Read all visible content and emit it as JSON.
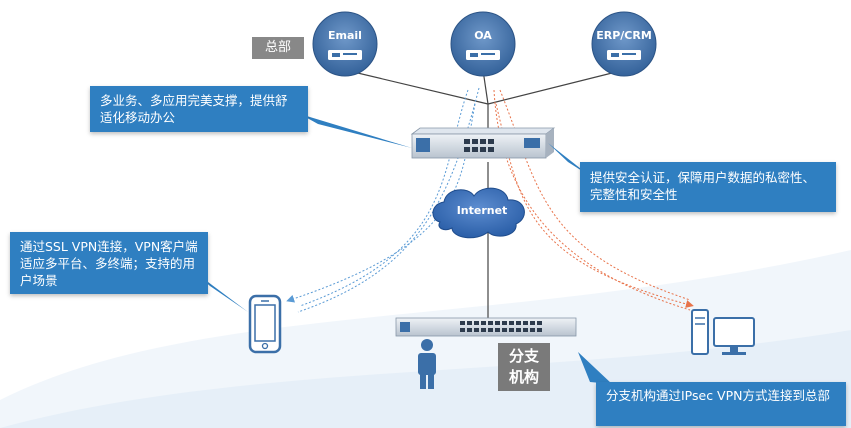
{
  "servers": [
    {
      "label": "Email"
    },
    {
      "label": "OA"
    },
    {
      "label": "ERP/CRM"
    }
  ],
  "headquarters_label": "总部",
  "internet_label": "Internet",
  "branch_label_line1": "分支",
  "branch_label_line2": "机构",
  "callouts": {
    "mobile_office": "多业务、多应用完美支撑，提供舒适化移动办公",
    "security": "提供安全认证，保障用户数据的私密性、完整性和安全性",
    "ssl_vpn": "通过SSL VPN连接，VPN客户端适应多平台、多终端；支持的用户场景",
    "ipsec_vpn": "分支机构通过IPsec VPN方式连接到总部"
  },
  "colors": {
    "callout_blue": "#2f7fc1",
    "server_blue": "#3b6fa8",
    "ssl_path_blue": "#5b9bd5",
    "ipsec_path_orange": "#e8734a",
    "hq_tag": "#888888",
    "branch_tag": "#7a7a7a"
  }
}
